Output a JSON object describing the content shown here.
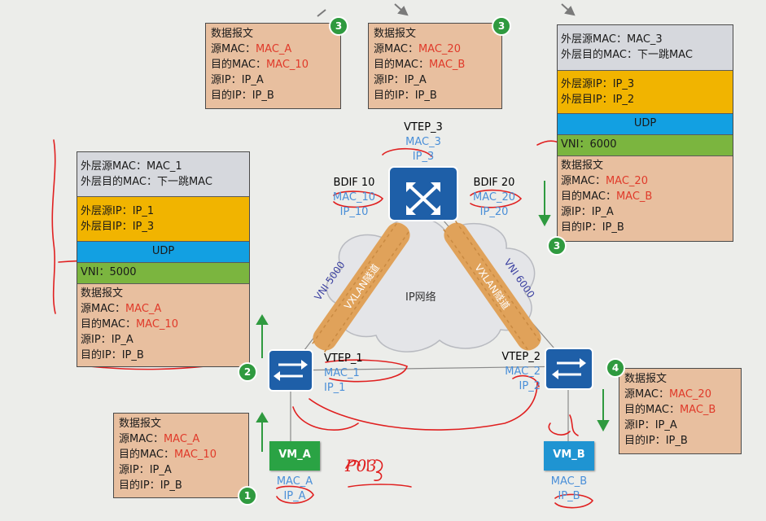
{
  "colors": {
    "macRed": "#e03a2a",
    "ipBlue": "#4a8fd8",
    "tan": "#e8bf9f",
    "gray": "#d6d8dd",
    "orange": "#f1b400",
    "udp": "#12a0e2",
    "vniGreen": "#7bb53f",
    "badge": "#2f9a3f",
    "switchBlue": "#1e5fa8",
    "vmGreen": "#2aa344",
    "vmBlue": "#1f94d2",
    "tunnel": "#e0a25a"
  },
  "labels": {
    "dp_title": "数据报文",
    "src_mac": "源MAC：",
    "dst_mac": "目的MAC：",
    "src_ip": "源IP：",
    "dst_ip": "目的IP：",
    "outer_src_mac": "外层源MAC：",
    "outer_dst_mac": "外层目的MAC：",
    "outer_src_ip": "外层源IP：",
    "outer_dst_ip": "外层目IP：",
    "udp": "UDP",
    "vni": "VNI："
  },
  "packets": {
    "p1": {
      "badge": "1",
      "src_mac": "MAC_A",
      "dst_mac": "MAC_10",
      "src_ip": "IP_A",
      "dst_ip": "IP_B"
    },
    "p3a": {
      "badge": "3",
      "src_mac": "MAC_A",
      "dst_mac": "MAC_10",
      "src_ip": "IP_A",
      "dst_ip": "IP_B"
    },
    "p3b": {
      "badge": "3",
      "src_mac": "MAC_20",
      "dst_mac": "MAC_B",
      "src_ip": "IP_A",
      "dst_ip": "IP_B"
    },
    "p4": {
      "badge": "4",
      "src_mac": "MAC_20",
      "dst_mac": "MAC_B",
      "src_ip": "IP_A",
      "dst_ip": "IP_B"
    }
  },
  "encap": {
    "left": {
      "badge": "2",
      "outer_src_mac": "MAC_1",
      "outer_dst_mac": "下一跳MAC",
      "outer_src_ip": "IP_1",
      "outer_dst_ip": "IP_3",
      "vni": "5000",
      "src_mac": "MAC_A",
      "dst_mac": "MAC_10",
      "src_ip": "IP_A",
      "dst_ip": "IP_B"
    },
    "right": {
      "badge": "3",
      "outer_src_mac": "MAC_3",
      "outer_dst_mac": "下一跳MAC",
      "outer_src_ip": "IP_3",
      "outer_dst_ip": "IP_2",
      "vni": "6000",
      "src_mac": "MAC_20",
      "dst_mac": "MAC_B",
      "src_ip": "IP_A",
      "dst_ip": "IP_B"
    }
  },
  "nodes": {
    "vtep3": {
      "name": "VTEP_3",
      "mac": "MAC_3",
      "ip": "IP_3"
    },
    "bdif10": {
      "name": "BDIF 10",
      "mac": "MAC_10",
      "ip": "IP_10"
    },
    "bdif20": {
      "name": "BDIF 20",
      "mac": "MAC_20",
      "ip": "IP_20"
    },
    "vtep1": {
      "name": "VTEP_1",
      "mac": "MAC_1",
      "ip": "IP_1"
    },
    "vtep2": {
      "name": "VTEP_2",
      "mac": "MAC_2",
      "ip": "IP_2"
    },
    "vma": {
      "name": "VM_A",
      "mac": "MAC_A",
      "ip": "IP_A"
    },
    "vmb": {
      "name": "VM_B",
      "mac": "MAC_B",
      "ip": "IP_B"
    }
  },
  "network": {
    "cloud": "IP网络",
    "tunnel": "VXLAN隧道",
    "vni_left": "VNI 5000",
    "vni_right": "VNI 6000"
  },
  "annotation": {
    "handwriting": "P03"
  }
}
